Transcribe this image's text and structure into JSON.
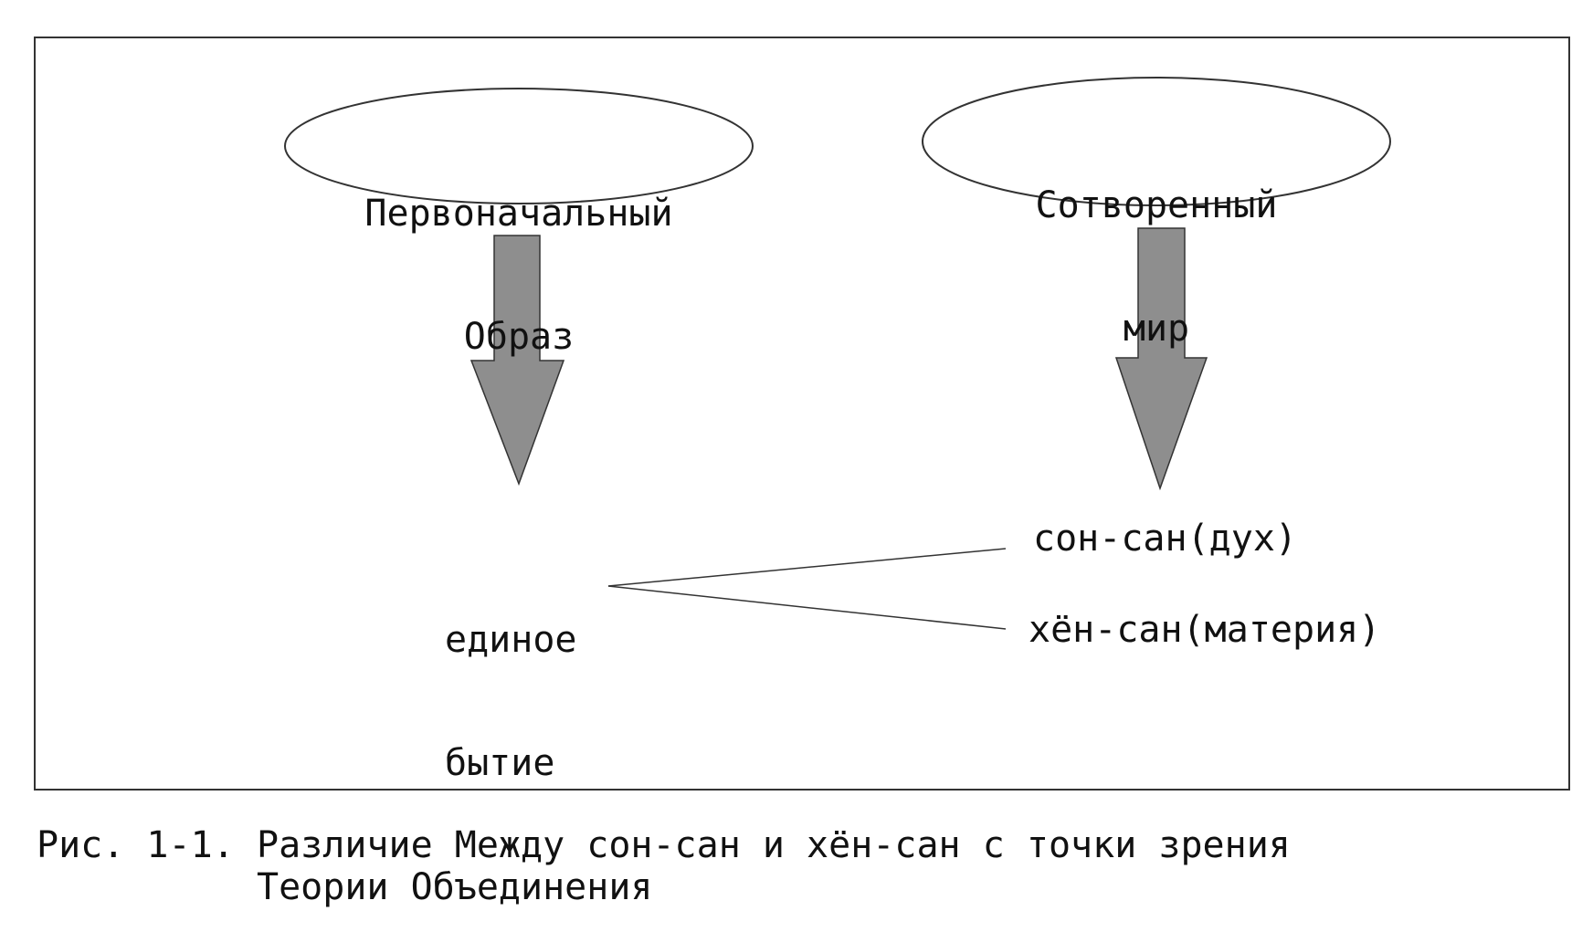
{
  "diagram": {
    "nodes": {
      "original_image": {
        "line1": "Первоначальный",
        "line2": "Образ"
      },
      "created_world": {
        "line1": "Сотворенный",
        "line2": "мир"
      },
      "unified_being": {
        "line1": "единое",
        "line2": "бытие"
      },
      "sung_sang": "сон-сан(дух)",
      "hyung_sang": "хён-сан(материя)"
    },
    "colors": {
      "arrow_fill": "#8e8e8e",
      "stroke": "#333333",
      "text": "#111111"
    }
  },
  "caption": {
    "number": "Рис. 1-1.",
    "line1": "Различие Между сон-сан и хён-сан с точки зрения",
    "line2": "Теории Объединения"
  }
}
